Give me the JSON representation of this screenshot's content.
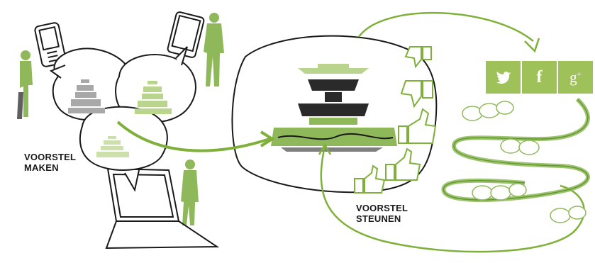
{
  "labels": {
    "create_line1": "VOORSTEL",
    "create_line2": "MAKEN",
    "support_line1": "VOORSTEL",
    "support_line2": "STEUNEN"
  },
  "social": {
    "facebook_glyph": "f",
    "google_glyph": "g",
    "google_plus": "+"
  },
  "colors": {
    "accent_green": "#7fb13a",
    "light_green": "#9fc15a",
    "ink": "#1a1a1a"
  },
  "icons": [
    "smartphone-icon",
    "tablet-icon",
    "laptop-icon",
    "fountain-icon",
    "thumbs-up-icon",
    "thumbs-down-icon",
    "twitter-icon",
    "facebook-icon",
    "google-plus-icon",
    "speech-bubble-icon",
    "person-icon"
  ]
}
